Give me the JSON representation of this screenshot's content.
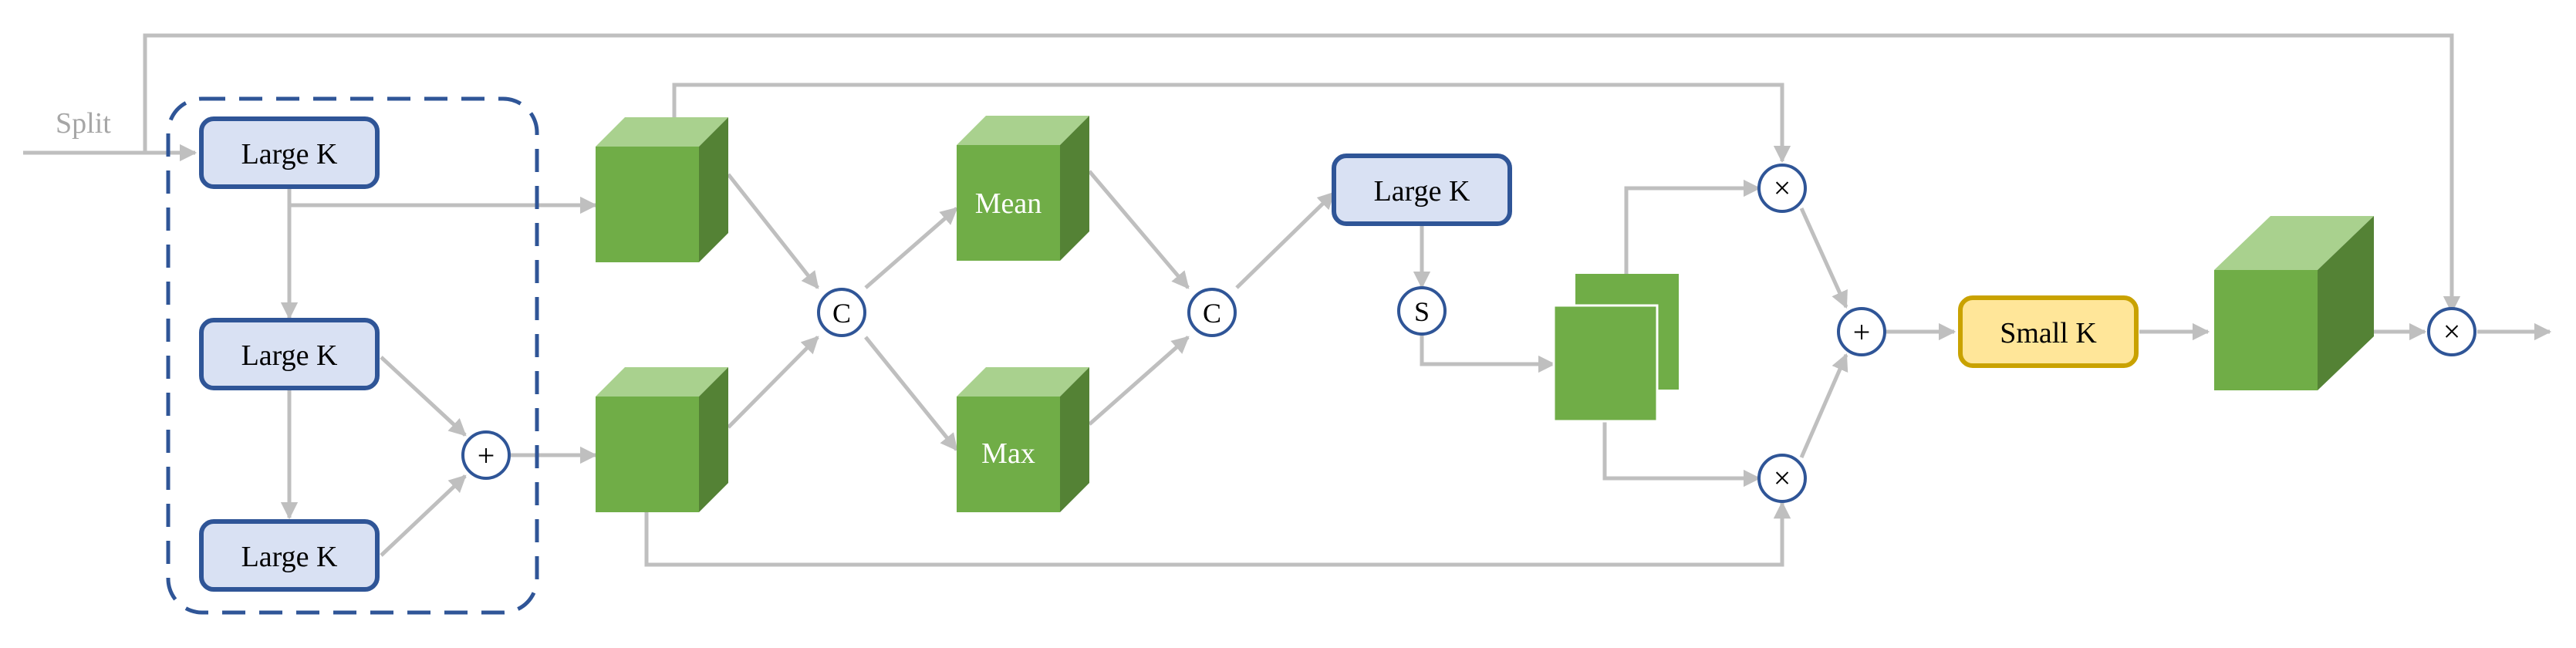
{
  "input_label": "Split",
  "dashed_group": {
    "kernels": [
      "Large K",
      "Large K",
      "Large K"
    ],
    "sum_symbol": "+"
  },
  "concat_symbol": "C",
  "pool_labels": {
    "mean": "Mean",
    "max": "Max"
  },
  "attention_kernel": "Large K",
  "sigmoid_symbol": "S",
  "multiply_symbol": "×",
  "fuse_sum_symbol": "+",
  "output_kernel": "Small K",
  "colors": {
    "connector": "#bfbfbf",
    "kernel_fill": "#d9e1f3",
    "kernel_border": "#2f5597",
    "small_kernel_fill": "#ffe699",
    "small_kernel_border": "#c9a200",
    "cube_front": "#70ad47",
    "cube_top": "#a9d18e",
    "cube_side": "#548235"
  }
}
